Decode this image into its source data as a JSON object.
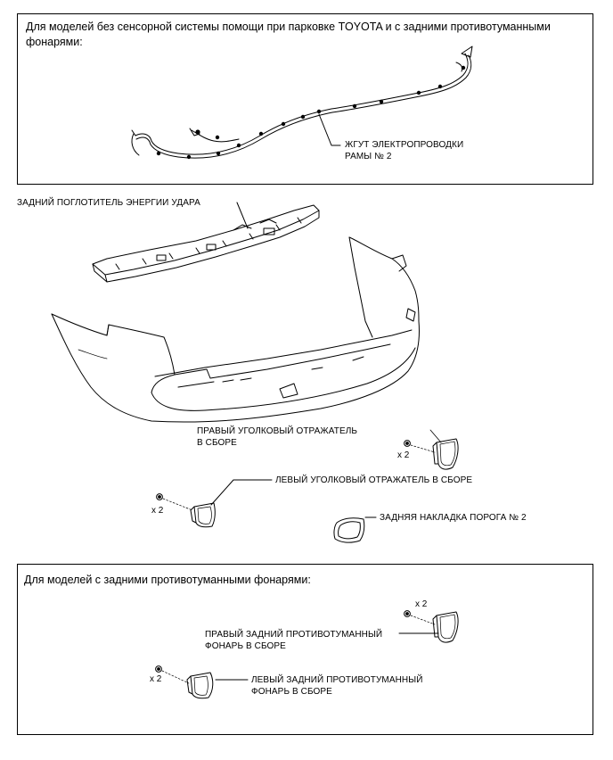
{
  "sections": {
    "top_note": "Для моделей без сенсорной системы помощи при парковке TOYOTA и с задними противотуманными фонарями:",
    "bottom_note": "Для моделей с задними противотуманными фонарями:"
  },
  "labels": {
    "harness_line1": "ЖГУТ ЭЛЕКТРОПРОВОДКИ",
    "harness_line2": "РАМЫ № 2",
    "energy_absorber": "ЗАДНИЙ ПОГЛОТИТЕЛЬ ЭНЕРГИИ УДАРА",
    "right_reflector_line1": "ПРАВЫЙ УГОЛКОВЫЙ ОТРАЖАТЕЛЬ",
    "right_reflector_line2": "В СБОРЕ",
    "left_reflector": "ЛЕВЫЙ УГОЛКОВЫЙ ОТРАЖАТЕЛЬ В СБОРЕ",
    "step_cover": "ЗАДНЯЯ НАКЛАДКА ПОРОГА № 2",
    "right_fog_line1": "ПРАВЫЙ ЗАДНИЙ ПРОТИВОТУМАННЫЙ",
    "right_fog_line2": "ФОНАРЬ В СБОРЕ",
    "left_fog_line1": "ЛЕВЫЙ ЗАДНИЙ ПРОТИВОТУМАННЫЙ",
    "left_fog_line2": "ФОНАРЬ В СБОРЕ"
  },
  "quantities": {
    "right_reflector_qty": "x 2",
    "left_reflector_qty": "x 2",
    "right_fog_qty": "x 2",
    "left_fog_qty": "x 2"
  }
}
